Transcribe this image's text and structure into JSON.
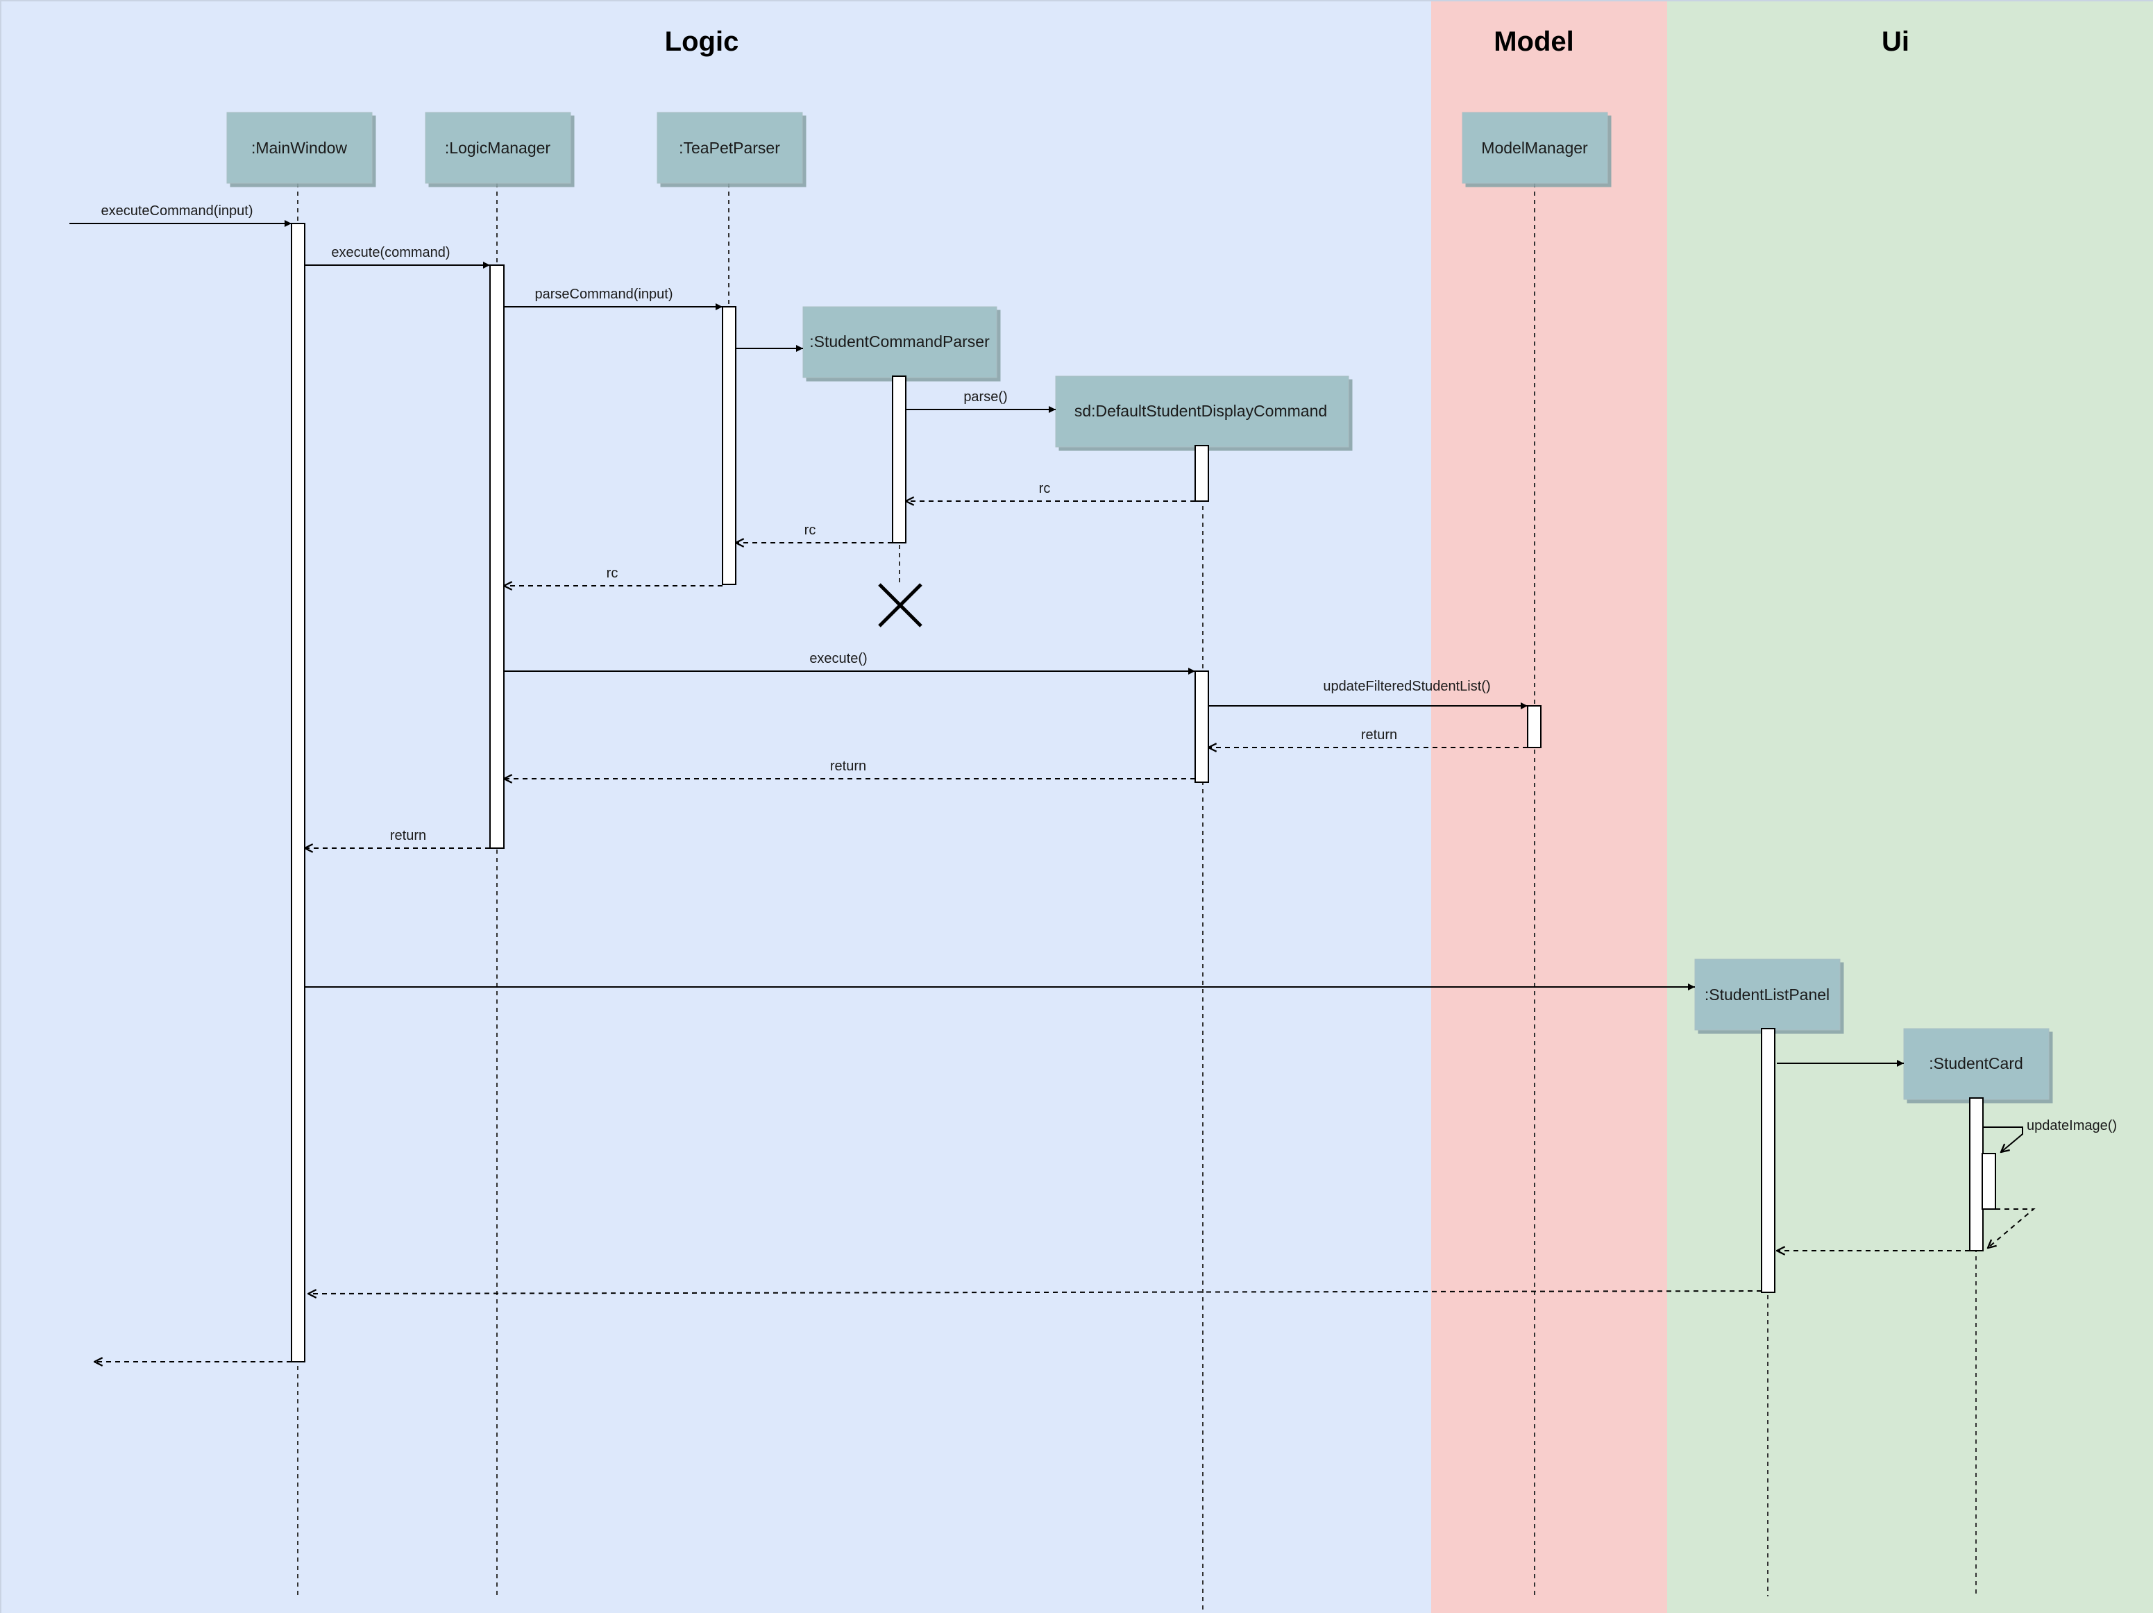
{
  "colors": {
    "logic_lane": "#dde8fb",
    "model_lane": "#f8cecc",
    "ui_lane": "#d5e8d4",
    "object_box": "#a2c2c8",
    "object_box_shadow": "#8aa4a9",
    "lane_border": "#c9d3e3"
  },
  "swimlanes": {
    "logic": "Logic",
    "model": "Model",
    "ui": "Ui"
  },
  "participants": {
    "main_window": ":MainWindow",
    "logic_manager": ":LogicManager",
    "teapet_parser": ":TeaPetParser",
    "student_command_parser": ":StudentCommandParser",
    "default_display_command": "sd:DefaultStudentDisplayCommand",
    "model_manager": "ModelManager",
    "student_list_panel": ":StudentListPanel",
    "student_card": ":StudentCard"
  },
  "messages": {
    "execute_command": "executeCommand(input)",
    "execute_with_command": "execute(command)",
    "parse_command": "parseCommand(input)",
    "parse": "parse()",
    "return_rc_1": "rc",
    "return_rc_2": "rc",
    "return_rc_3": "rc",
    "execute": "execute()",
    "update_filtered_list": "updateFilteredStudentList()",
    "return_model": "return",
    "return_command": "return",
    "return_logic_manager": "return",
    "update_image": "updateImage()"
  },
  "icons": {
    "destroy": "x-destroy-icon",
    "arrowhead": "filled-arrowhead-icon",
    "open_arrowhead": "open-arrowhead-icon"
  }
}
